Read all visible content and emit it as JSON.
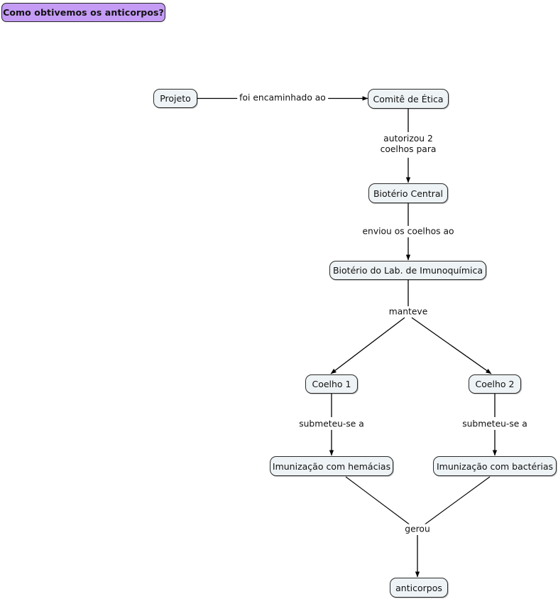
{
  "diagram": {
    "kind": "concept-map",
    "title": "Como obtivemos os anticorpos?",
    "background_color": "#ffffff",
    "title_fill": "#c49bf5",
    "node_fill": "#eef3f5",
    "node_border": "#2b2b2b",
    "edge_color": "#000000"
  },
  "nodes": [
    {
      "id": "projeto",
      "label": "Projeto"
    },
    {
      "id": "comite",
      "label": "Comitê de Ética"
    },
    {
      "id": "bioterio",
      "label": "Biotério Central"
    },
    {
      "id": "lab",
      "label": "Biotério do Lab. de Imunoquímica"
    },
    {
      "id": "coelho1",
      "label": "Coelho 1"
    },
    {
      "id": "coelho2",
      "label": "Coelho 2"
    },
    {
      "id": "hemacias",
      "label": "Imunização com hemácias"
    },
    {
      "id": "bacterias",
      "label": "Imunização com bactérias"
    },
    {
      "id": "anticorpos",
      "label": "anticorpos"
    }
  ],
  "edges": [
    {
      "id": "e1",
      "from": "projeto",
      "to": "comite",
      "label": "foi encaminhado ao"
    },
    {
      "id": "e2",
      "from": "comite",
      "to": "bioterio",
      "label_line1": "autorizou 2",
      "label_line2": "coelhos para"
    },
    {
      "id": "e3",
      "from": "bioterio",
      "to": "lab",
      "label": "enviou os coelhos ao"
    },
    {
      "id": "e4",
      "from": "lab",
      "to": "coelho1",
      "label": "manteve"
    },
    {
      "id": "e5",
      "from": "lab",
      "to": "coelho2",
      "label": ""
    },
    {
      "id": "e6",
      "from": "coelho1",
      "to": "hemacias",
      "label": "submeteu-se a"
    },
    {
      "id": "e7",
      "from": "coelho2",
      "to": "bacterias",
      "label": "submeteu-se a"
    },
    {
      "id": "e8",
      "from": "hemacias",
      "to": "anticorpos",
      "label": "gerou"
    },
    {
      "id": "e9",
      "from": "bacterias",
      "to": "anticorpos",
      "label": ""
    }
  ]
}
